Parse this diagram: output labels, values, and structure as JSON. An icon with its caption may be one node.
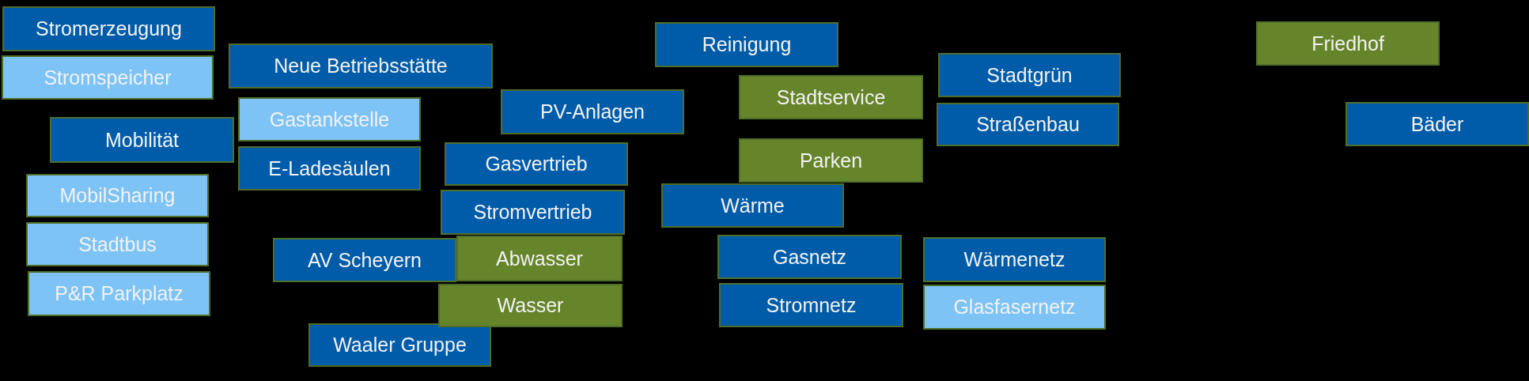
{
  "diagram": {
    "nodes": [
      {
        "text": [
          "Stromerzeugung"
        ]
      },
      {
        "text": [
          "Stromspeicher"
        ]
      },
      {
        "text": [
          "Neue Betriebsstätte"
        ]
      },
      {
        "text": [
          "Gastankstelle"
        ]
      },
      {
        "text": [
          "Mobilität"
        ]
      },
      {
        "text": [
          "E-Ladesäulen"
        ]
      },
      {
        "text": [
          "MobilSharing"
        ]
      },
      {
        "text": [
          "Stadtbus"
        ]
      },
      {
        "text": [
          "P&R Parkplatz"
        ]
      },
      {
        "text": [
          "AV Scheyern"
        ]
      },
      {
        "text": [
          "Waaler Gruppe"
        ]
      },
      {
        "text": [
          "Abwasser"
        ]
      },
      {
        "text": [
          "Wasser"
        ]
      },
      {
        "text": [
          "Gasvertrieb"
        ]
      },
      {
        "text": [
          "Stromvertrieb"
        ]
      },
      {
        "text": [
          "PV-Anlagen"
        ]
      },
      {
        "text": [
          "Reinigung"
        ]
      },
      {
        "text": [
          "Stadtservice"
        ]
      },
      {
        "text": [
          "Parken"
        ]
      },
      {
        "text": [
          "Wärme"
        ]
      },
      {
        "text": [
          "Gasnetz"
        ]
      },
      {
        "text": [
          "Stromnetz"
        ]
      },
      {
        "text": [
          "Stadtgrün"
        ]
      },
      {
        "text": [
          "Straßenbau"
        ]
      },
      {
        "text": [
          "Wärmenetz"
        ]
      },
      {
        "text": [
          "Glasfasernetz"
        ]
      },
      {
        "text": [
          "Friedhof"
        ]
      },
      {
        "text": [
          "Bäder"
        ]
      }
    ]
  }
}
